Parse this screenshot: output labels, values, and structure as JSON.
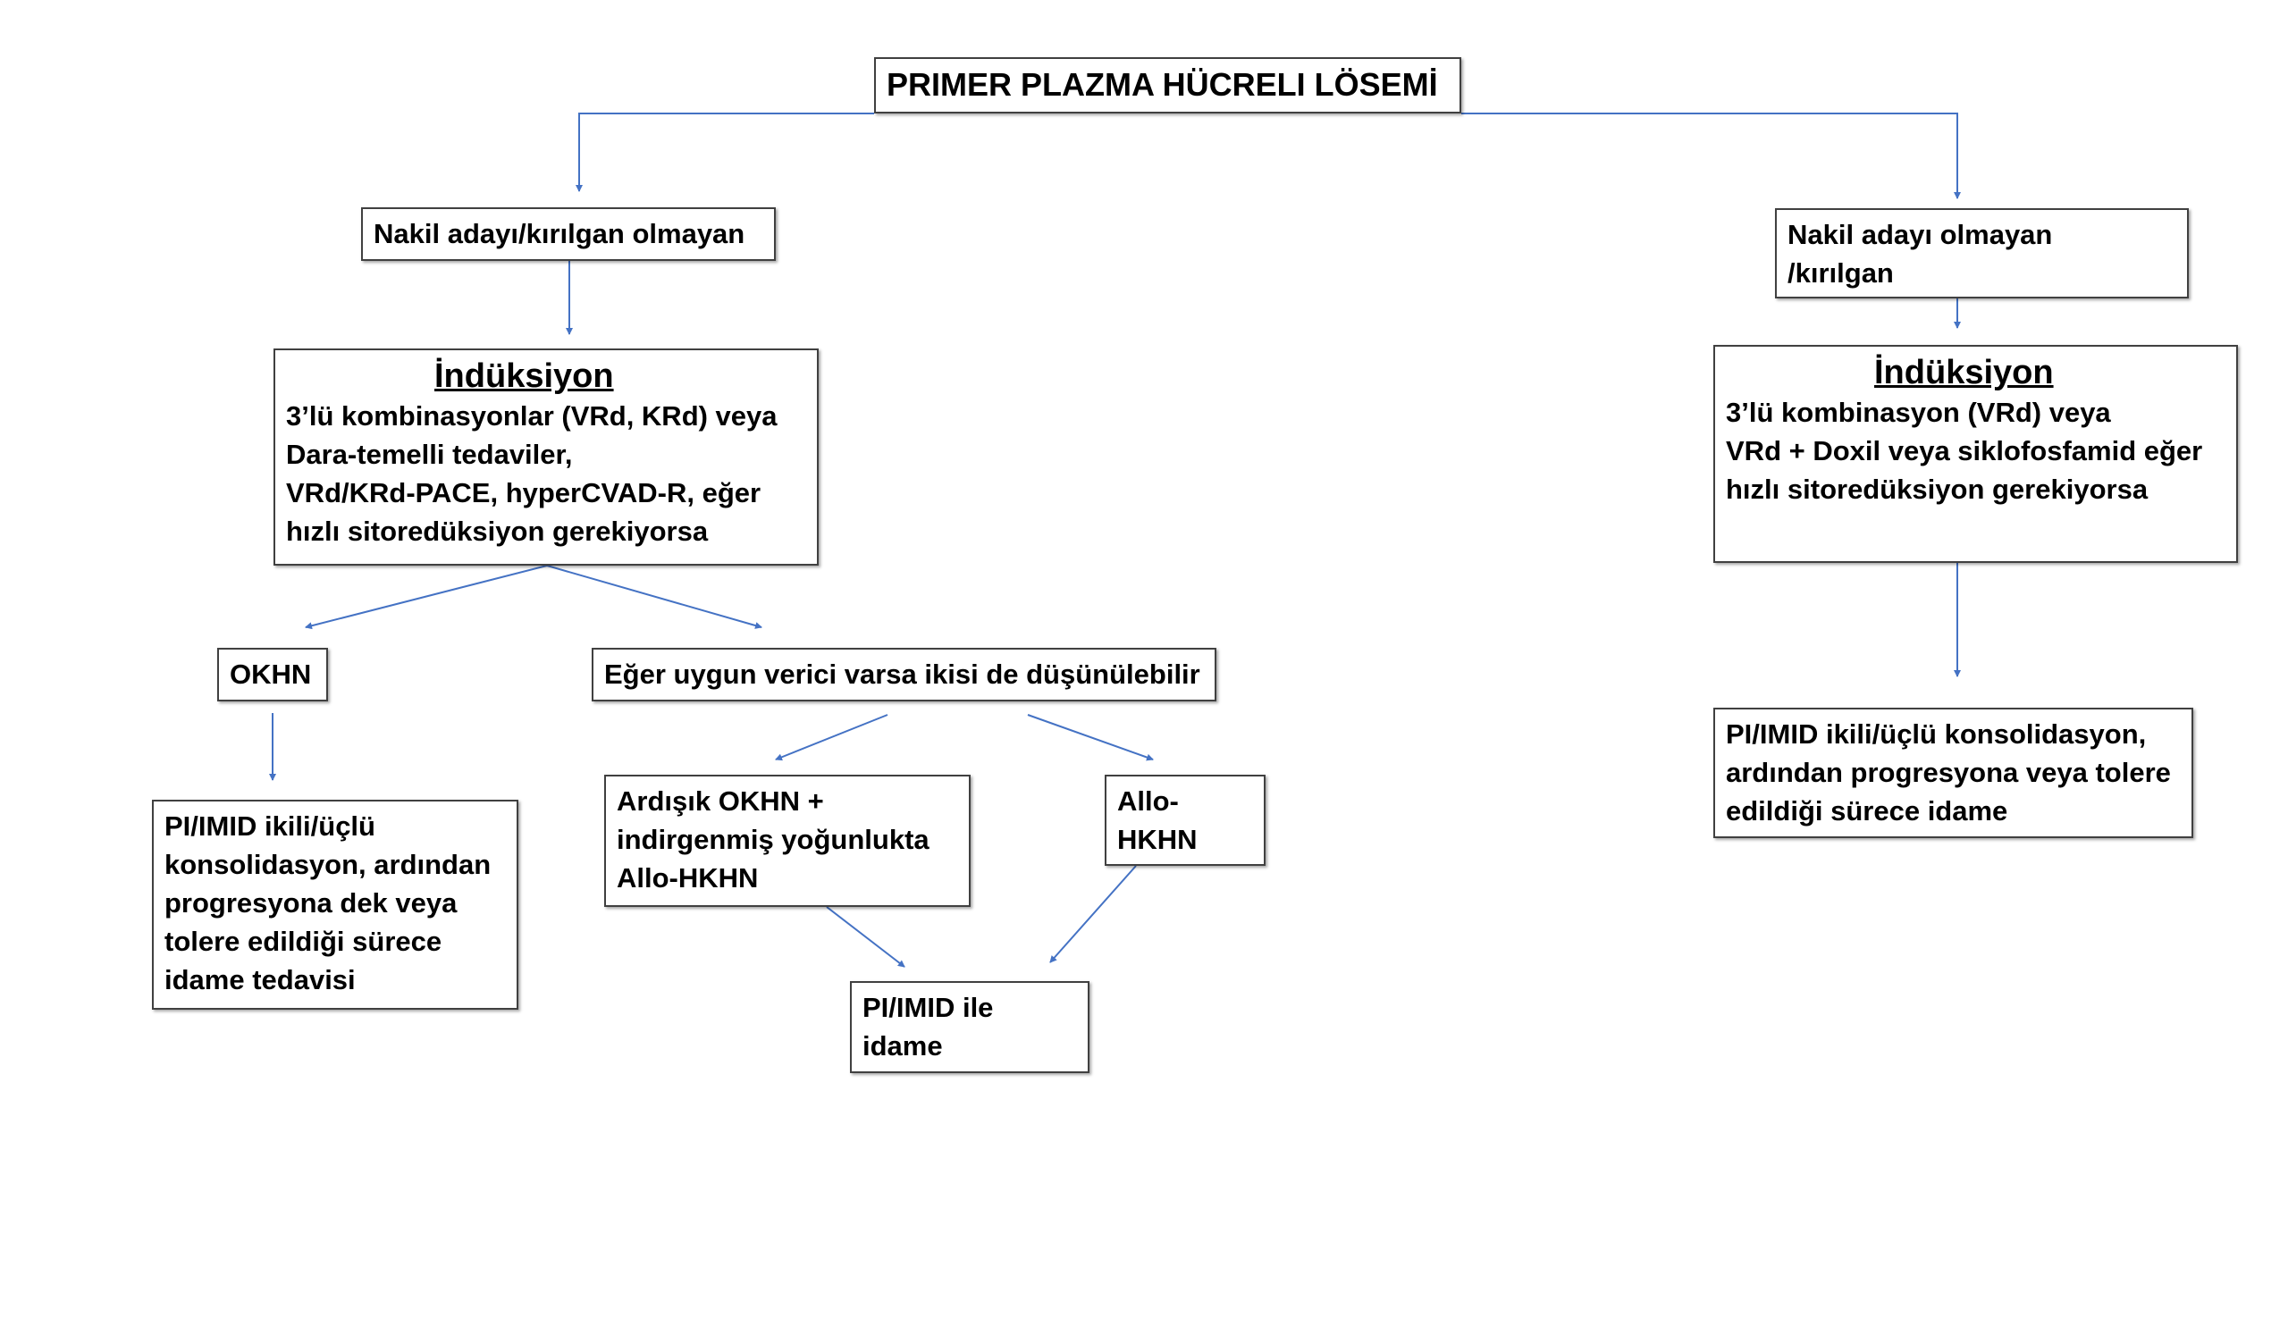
{
  "title": "PRIMER PLAZMA HÜCRELI LÖSEMİ",
  "left_branch": {
    "label": "Nakil adayı/kırılgan olmayan",
    "induction": {
      "heading": "İndüksiyon",
      "lines": [
        "3’lü kombinasyonlar (VRd, KRd) veya",
        "Dara-temelli tedaviler,",
        "VRd/KRd-PACE, hyperCVAD-R, eğer",
        "hızlı sitoredüksiyon gerekiyorsa"
      ]
    },
    "okhn": "OKHN",
    "donor_option": "Eğer uygun verici varsa ikisi de düşünülebilir",
    "consolidation_lines": [
      "PI/IMID ikili/üçlü",
      "konsolidasyon, ardından",
      "progresyona dek veya",
      "tolere edildiği sürece",
      "idame tedavisi"
    ],
    "sequential_lines": [
      "Ardışık OKHN +",
      "indirgenmiş yoğunlukta",
      "Allo-HKHN"
    ],
    "allo_lines": [
      "Allo-",
      "HKHN"
    ],
    "maintenance_lines": [
      "PI/IMID ile",
      "idame"
    ]
  },
  "right_branch": {
    "label_lines": [
      "Nakil adayı olmayan",
      "/kırılgan"
    ],
    "induction": {
      "heading": "İndüksiyon",
      "lines": [
        "3’lü kombinasyon (VRd) veya",
        "VRd + Doxil veya siklofosfamid eğer",
        "hızlı sitoredüksiyon gerekiyorsa"
      ]
    },
    "consolidation_lines": [
      "PI/IMID ikili/üçlü konsolidasyon,",
      "ardından progresyona veya tolere",
      "edildiği sürece idame"
    ]
  },
  "colors": {
    "arrow": "#4472c4",
    "border": "#404040",
    "text": "#000000",
    "background": "#ffffff"
  }
}
